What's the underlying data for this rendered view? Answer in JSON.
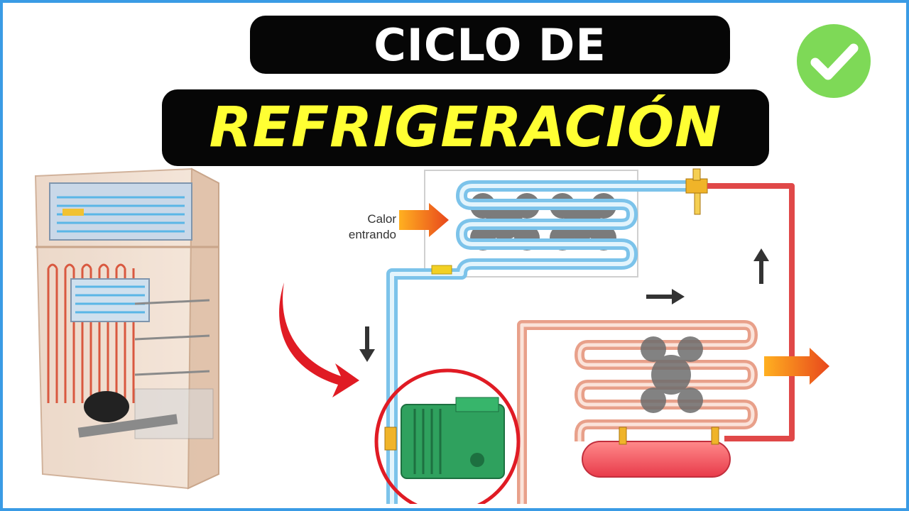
{
  "title": {
    "line1": "CICLO DE",
    "line2": "REFRIGERACIÓN"
  },
  "annotation": {
    "line1": "Calor",
    "line2": "entrando"
  },
  "icons": {
    "badge": "check-icon",
    "badge_color": "#7ed957",
    "pointer": "curved-arrow-icon",
    "pointer_color": "#e01b24"
  },
  "colors": {
    "frame": "#3a9be5",
    "cold_line": "#8fd0f0",
    "hot_line": "#e04848",
    "compressor": "#2fa15e",
    "highlight_circle": "#e01b24",
    "title_accent": "#ffff33"
  }
}
